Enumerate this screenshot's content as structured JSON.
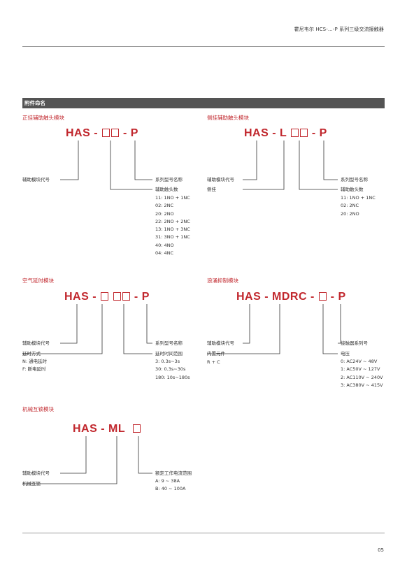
{
  "header": {
    "title": "霍尼韦尔 HCS-...-P 系列三级交流接触器"
  },
  "page_number": "05",
  "section": {
    "title": "附件命名"
  },
  "blocks": {
    "front": {
      "title": "正挂辅助触头模块",
      "code_prefix": "HAS -",
      "code_suffix": "- P",
      "labels": {
        "module_code": "辅助模块代号",
        "series": "系列型号名称",
        "contacts": "辅助触头数"
      },
      "options": [
        "11: 1NO + 1NC",
        "02: 2NC",
        "20: 2NO",
        "22: 2NO + 2NC",
        "13: 1NO + 3NC",
        "31: 3NO + 1NC",
        "40: 4NO",
        "04: 4NC"
      ]
    },
    "side": {
      "title": "侧挂辅助触头模块",
      "code_prefix": "HAS - L",
      "code_suffix": "- P",
      "labels": {
        "module_code": "辅助模块代号",
        "side": "侧挂",
        "series": "系列型号名称",
        "contacts": "辅助触头数"
      },
      "options": [
        "11: 1NO + 1NC",
        "02: 2NC",
        "20: 2NO"
      ]
    },
    "timer": {
      "title": "空气延时模块",
      "code_prefix": "HAS -",
      "code_suffix": "- P",
      "labels": {
        "module_code": "辅助模块代号",
        "mode": "延时方式",
        "series": "系列型号名称",
        "range": "延时时间范围"
      },
      "modes": [
        "N: 通电延时",
        "F: 断电延时"
      ],
      "ranges": [
        "3: 0.3s~3s",
        "30: 0.3s~30s",
        "180: 10s~180s"
      ]
    },
    "surge": {
      "title": "浪涌抑制模块",
      "code_prefix": "HAS - MDRC -",
      "code_suffix": "- P",
      "labels": {
        "module_code": "辅助模块代号",
        "internal": "内置元件",
        "series": "接触器系列号",
        "voltage": "电压"
      },
      "internal_value": "R + C",
      "voltages": [
        "0: AC24V ~ 48V",
        "1: AC50V ~ 127V",
        "2: AC110V ~ 240V",
        "3: AC380V ~ 415V"
      ]
    },
    "interlock": {
      "title": "机械互锁模块",
      "code_prefix": "HAS - ML",
      "labels": {
        "module_code": "辅助模块代号",
        "interlock": "机械互锁",
        "current": "额定工作电流范围"
      },
      "currents": [
        "A: 9 ~ 38A",
        "B: 40 ~ 100A"
      ]
    }
  }
}
